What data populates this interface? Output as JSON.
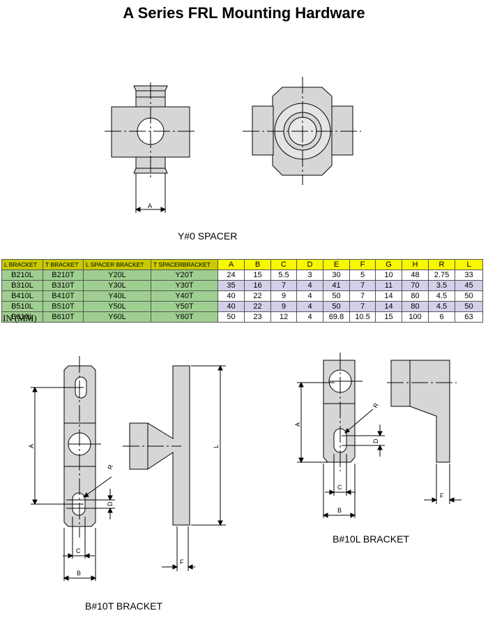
{
  "page": {
    "title": "A Series FRL Mounting Hardware",
    "unit_note": "IN (MM)"
  },
  "captions": {
    "spacer": "Y#0 SPACER",
    "t_bracket": "B#10T BRACKET",
    "l_bracket": "B#10L BRACKET"
  },
  "dims": {
    "a": "A",
    "b": "B",
    "c": "C",
    "d": "D",
    "f": "F",
    "l": "L",
    "r": "R"
  },
  "table": {
    "headers": [
      "L BRACKET",
      "T BRACKET",
      "L SPACER BRACKET",
      "T SPACERBRACKET",
      "A",
      "B",
      "C",
      "D",
      "E",
      "F",
      "G",
      "H",
      "R",
      "L"
    ],
    "rows": [
      [
        "B210L",
        "B210T",
        "Y20L",
        "Y20T",
        "24",
        "15",
        "5.5",
        "3",
        "30",
        "5",
        "10",
        "48",
        "2.75",
        "33"
      ],
      [
        "B310L",
        "B310T",
        "Y30L",
        "Y30T",
        "35",
        "16",
        "7",
        "4",
        "41",
        "7",
        "11",
        "70",
        "3.5",
        "45"
      ],
      [
        "B410L",
        "B410T",
        "Y40L",
        "Y40T",
        "40",
        "22",
        "9",
        "4",
        "50",
        "7",
        "14",
        "80",
        "4.5",
        "50"
      ],
      [
        "B510L",
        "B510T",
        "Y50L",
        "Y50T",
        "40",
        "22",
        "9",
        "4",
        "50",
        "7",
        "14",
        "80",
        "4.5",
        "50"
      ],
      [
        "B610L",
        "B610T",
        "Y60L",
        "Y60T",
        "50",
        "23",
        "12",
        "4",
        "69.8",
        "10.5",
        "15",
        "100",
        "6",
        "63"
      ]
    ]
  },
  "colors": {
    "part_fill": "#d6d6d6",
    "group_header": "#c9c900",
    "dim_header": "#f7f700",
    "model_cell": "#9fcf90",
    "alt_row": "#d4d0ea"
  }
}
